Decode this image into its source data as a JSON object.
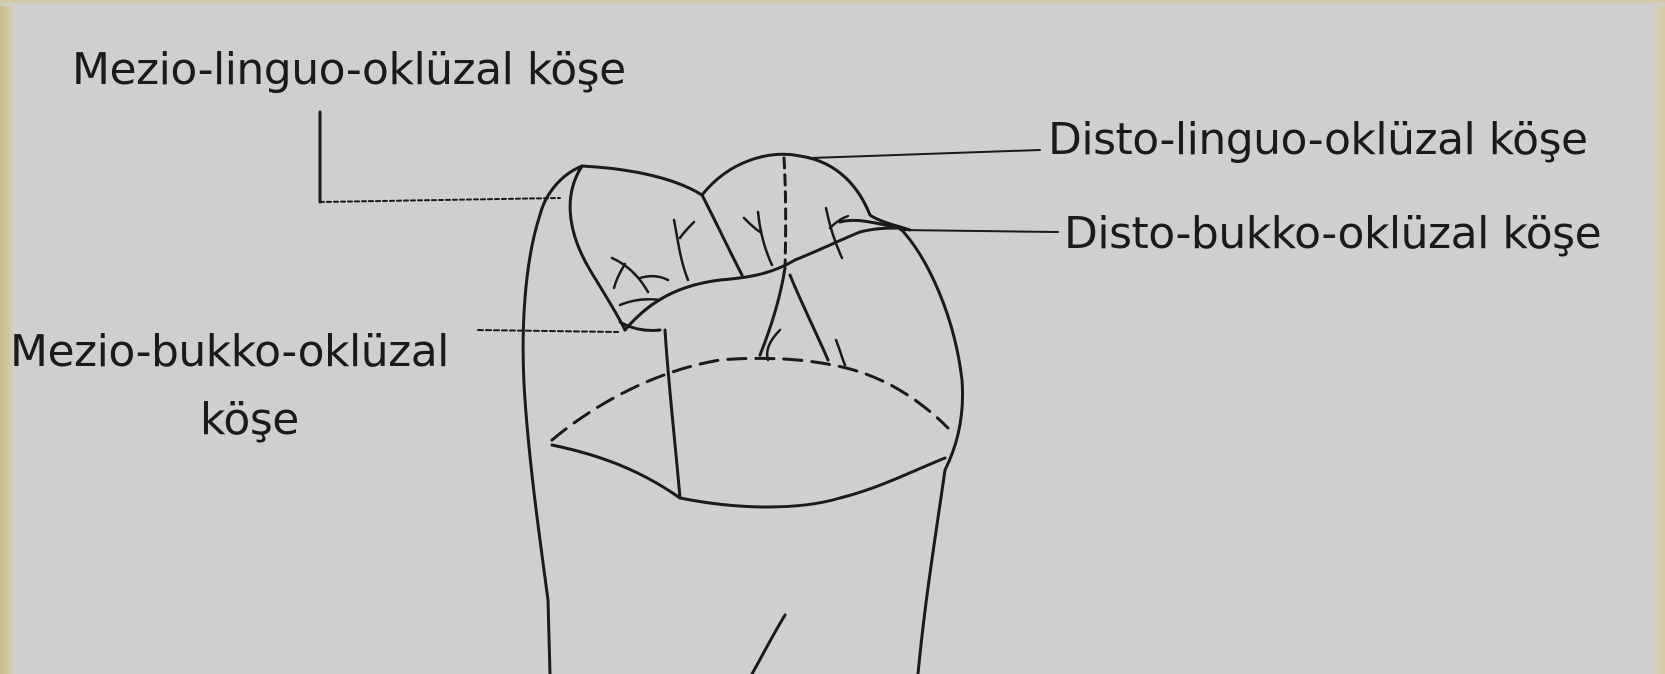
{
  "labels": {
    "mezio_linguo_oklüzal": "Mezio-linguo-oklüzal köşe",
    "disto_linguo_oklüzal": "Disto-linguo-oklüzal köşe",
    "disto_bukko_oklüzal": "Disto-bukko-oklüzal köşe",
    "mezio_bukko_oklüzal_line1": "Mezio-bukko-oklüzal",
    "mezio_bukko_oklüzal_line2": "köşe"
  },
  "colors": {
    "background": "#cfcfcf",
    "ink": "#1a1a1a",
    "border_tint": "#d6c9a0"
  }
}
